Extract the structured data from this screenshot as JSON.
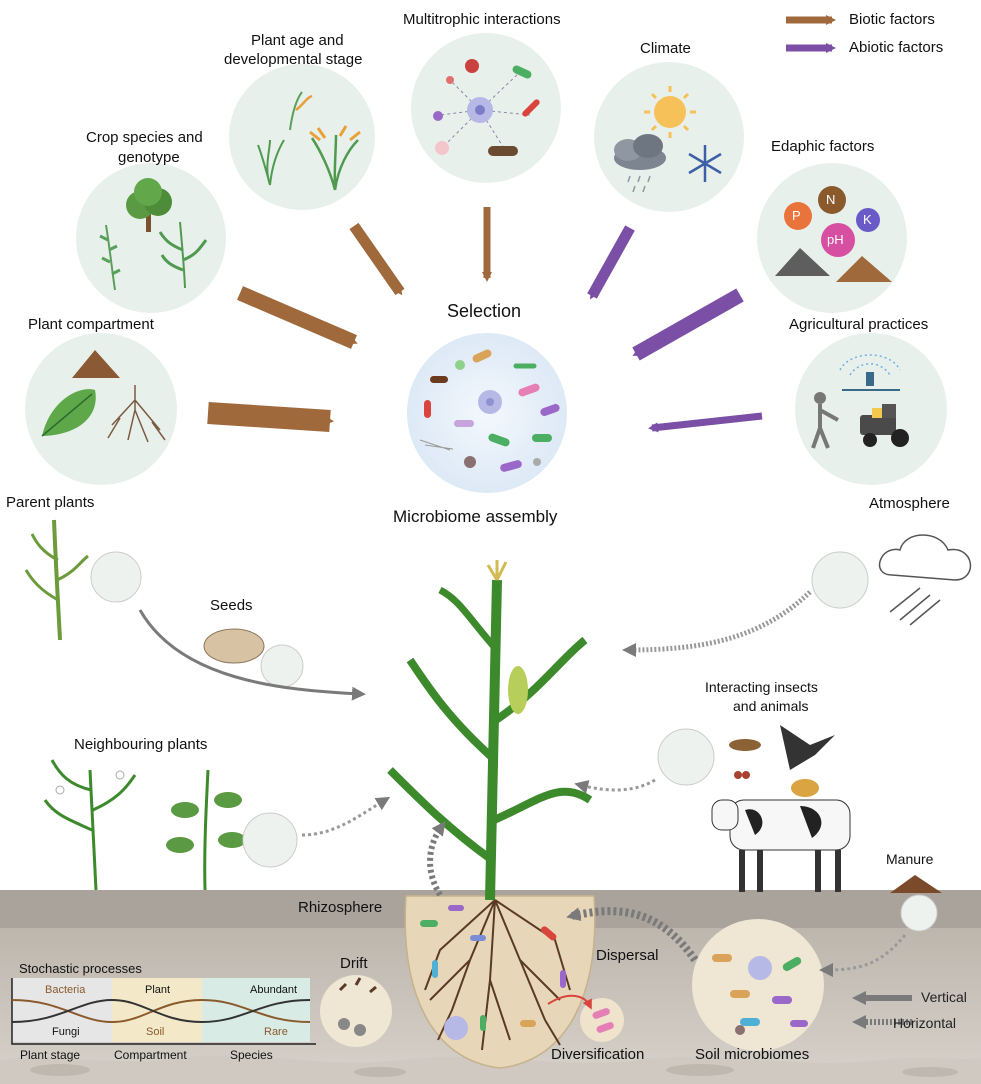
{
  "legend": {
    "biotic": "Biotic factors",
    "abiotic": "Abiotic factors",
    "vertical": "Vertical",
    "horizontal": "Horizontal",
    "colors": {
      "biotic": "#a0693c",
      "abiotic": "#7b4fa6"
    }
  },
  "factors": {
    "multitrophic": "Multitrophic interactions",
    "plant_age_line1": "Plant age and",
    "plant_age_line2": "developmental stage",
    "climate": "Climate",
    "crop_line1": "Crop species and",
    "crop_line2": "genotype",
    "edaphic": "Edaphic factors",
    "nutrients": [
      "P",
      "N",
      "K",
      "pH"
    ],
    "plant_compartment": "Plant compartment",
    "agricultural": "Agricultural practices"
  },
  "center": {
    "selection": "Selection",
    "assembly": "Microbiome assembly"
  },
  "sources": {
    "parent_plants": "Parent plants",
    "seeds": "Seeds",
    "atmosphere": "Atmosphere",
    "insects_line1": "Interacting insects",
    "insects_line2": "and animals",
    "neighbouring": "Neighbouring plants",
    "manure": "Manure",
    "soil_microbiomes": "Soil microbiomes"
  },
  "soil": {
    "rhizosphere": "Rhizosphere",
    "drift": "Drift",
    "dispersal": "Dispersal",
    "diversification": "Diversification"
  },
  "stochastic": {
    "title": "Stochastic processes",
    "panels": [
      {
        "top": "Bacteria",
        "bottom": "Fungi",
        "axis": "Plant stage",
        "bg": "#e6e6e6"
      },
      {
        "top": "Plant",
        "bottom": "Soil",
        "axis": "Compartment",
        "bg": "#f3e9c8"
      },
      {
        "top": "Abundant",
        "bottom": "Rare",
        "axis": "Species",
        "bg": "#d8ebe4"
      }
    ]
  }
}
